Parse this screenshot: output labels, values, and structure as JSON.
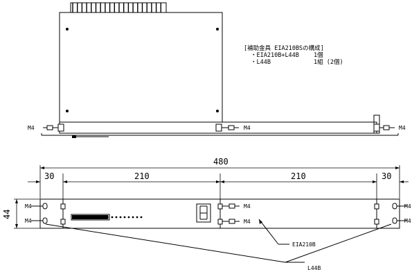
{
  "note": {
    "title": "[補助金具 EIA210BSの構成]",
    "items": [
      {
        "name": "・EIA210B+L44B",
        "qty": "1個"
      },
      {
        "name": "・L44B",
        "qty": "1組 (2個)"
      }
    ]
  },
  "screw_label": "M4",
  "dimensions": {
    "total": "480",
    "left_margin": "30",
    "section_left": "210",
    "section_right": "210",
    "right_margin": "30",
    "height": "44"
  },
  "callouts": {
    "bracket_set": "EIA210B",
    "ear": "L44B"
  }
}
